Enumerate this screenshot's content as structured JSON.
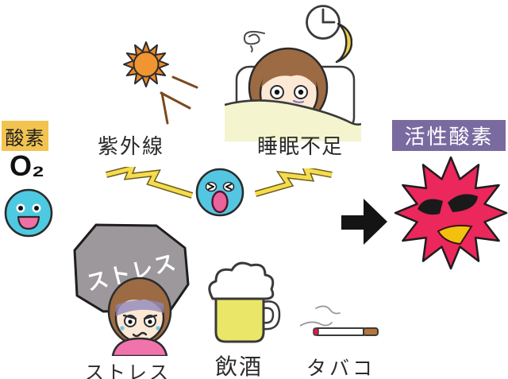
{
  "diagram": {
    "source": {
      "tag": "酸素",
      "formula": "O₂"
    },
    "result": {
      "tag": "活性酸素"
    },
    "factors": [
      {
        "id": "ultraviolet",
        "label": "紫外線"
      },
      {
        "id": "sleep-deprivation",
        "label": "睡眠不足"
      },
      {
        "id": "stress",
        "label": "ストレス",
        "rock_text": "ストレス"
      },
      {
        "id": "alcohol",
        "label": "飲酒"
      },
      {
        "id": "smoking",
        "label": "タバコ"
      }
    ]
  },
  "colors": {
    "oxygen_tag_bg": "#F2C350",
    "reactive_tag_bg": "#796AA0",
    "oxygen_face": "#4EC9E2",
    "shocked_face": "#53C6E2",
    "reactive_monster": "#EB275B",
    "lightning": "#F6DC4C",
    "sun": "#F0952F",
    "rock": "#9C989B",
    "beer": "#EAE768",
    "moon": "#EDD04A",
    "arrow": "#141414"
  }
}
